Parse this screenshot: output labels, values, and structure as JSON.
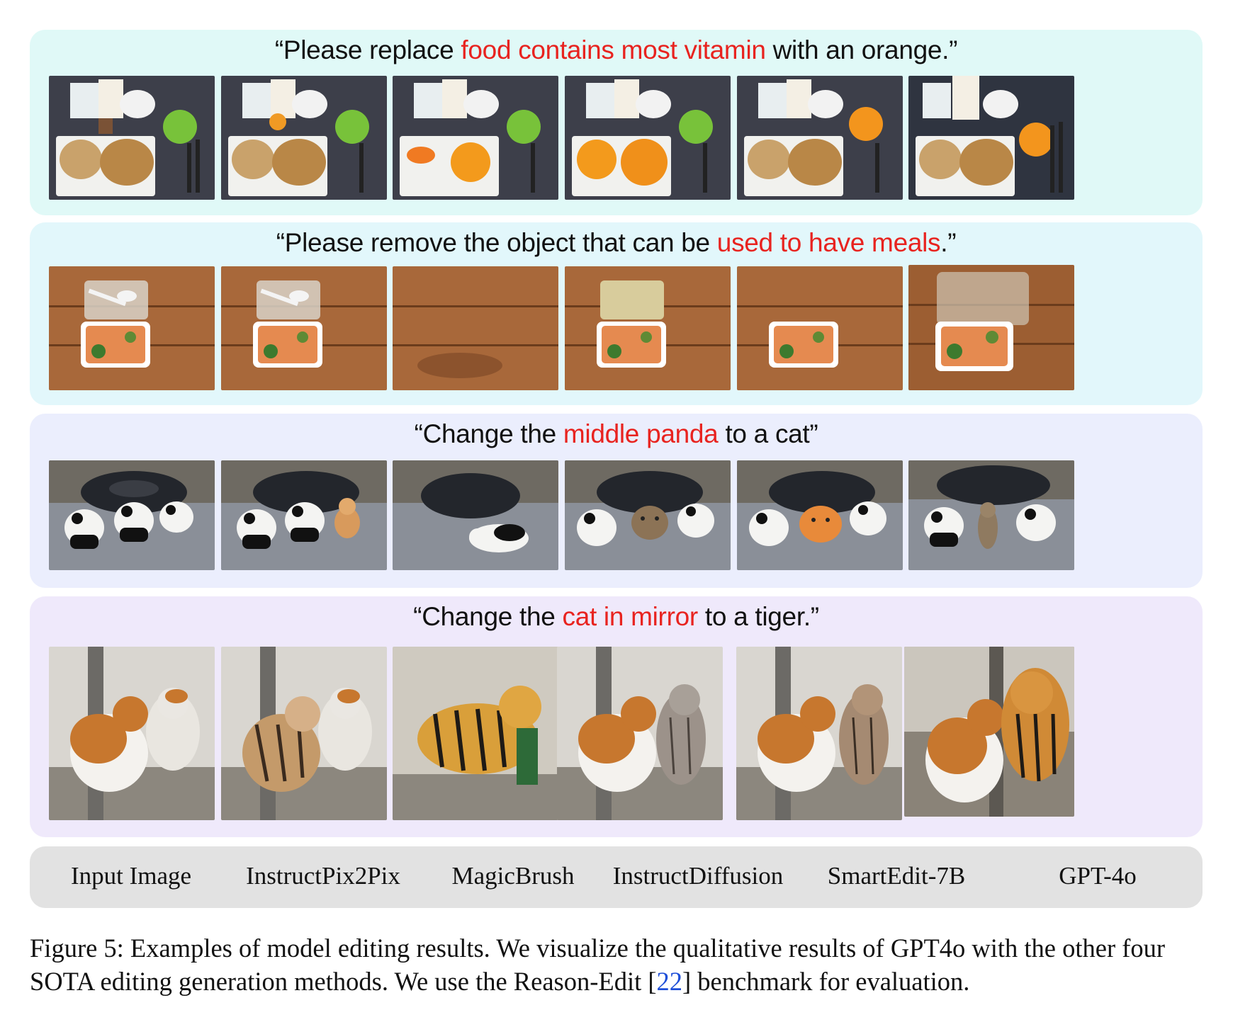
{
  "rows": [
    {
      "prompt_pre": "“Please replace ",
      "prompt_highlight": "food contains most vitamin",
      "prompt_post": " with an orange.”"
    },
    {
      "prompt_pre": "“Please remove the object that can be ",
      "prompt_highlight": "used to have meals",
      "prompt_post": ".”"
    },
    {
      "prompt_pre": "“Change the ",
      "prompt_highlight": "middle panda",
      "prompt_post": " to a cat”"
    },
    {
      "prompt_pre": "“Change the ",
      "prompt_highlight": "cat in mirror",
      "prompt_post": " to a tiger.”"
    }
  ],
  "methods": [
    "Input Image",
    "InstructPix2Pix",
    "MagicBrush",
    "InstructDiffusion",
    "SmartEdit-7B",
    "GPT-4o"
  ],
  "caption": {
    "part1": "Figure 5: Examples of model editing results. We visualize the qualitative results of GPT4o with the other four SOTA editing generation methods. We use the Reason-Edit [",
    "ref": "22",
    "part2": "] benchmark for evaluation."
  },
  "colors": {
    "highlight": "#e8231f",
    "panel_row1": "#e0f9f7",
    "panel_row2": "#e2f7fb",
    "panel_row3": "#ebeefd",
    "panel_row4": "#efe9fb",
    "label_bar": "#e2e2e2",
    "citation": "#1f4fd8"
  }
}
